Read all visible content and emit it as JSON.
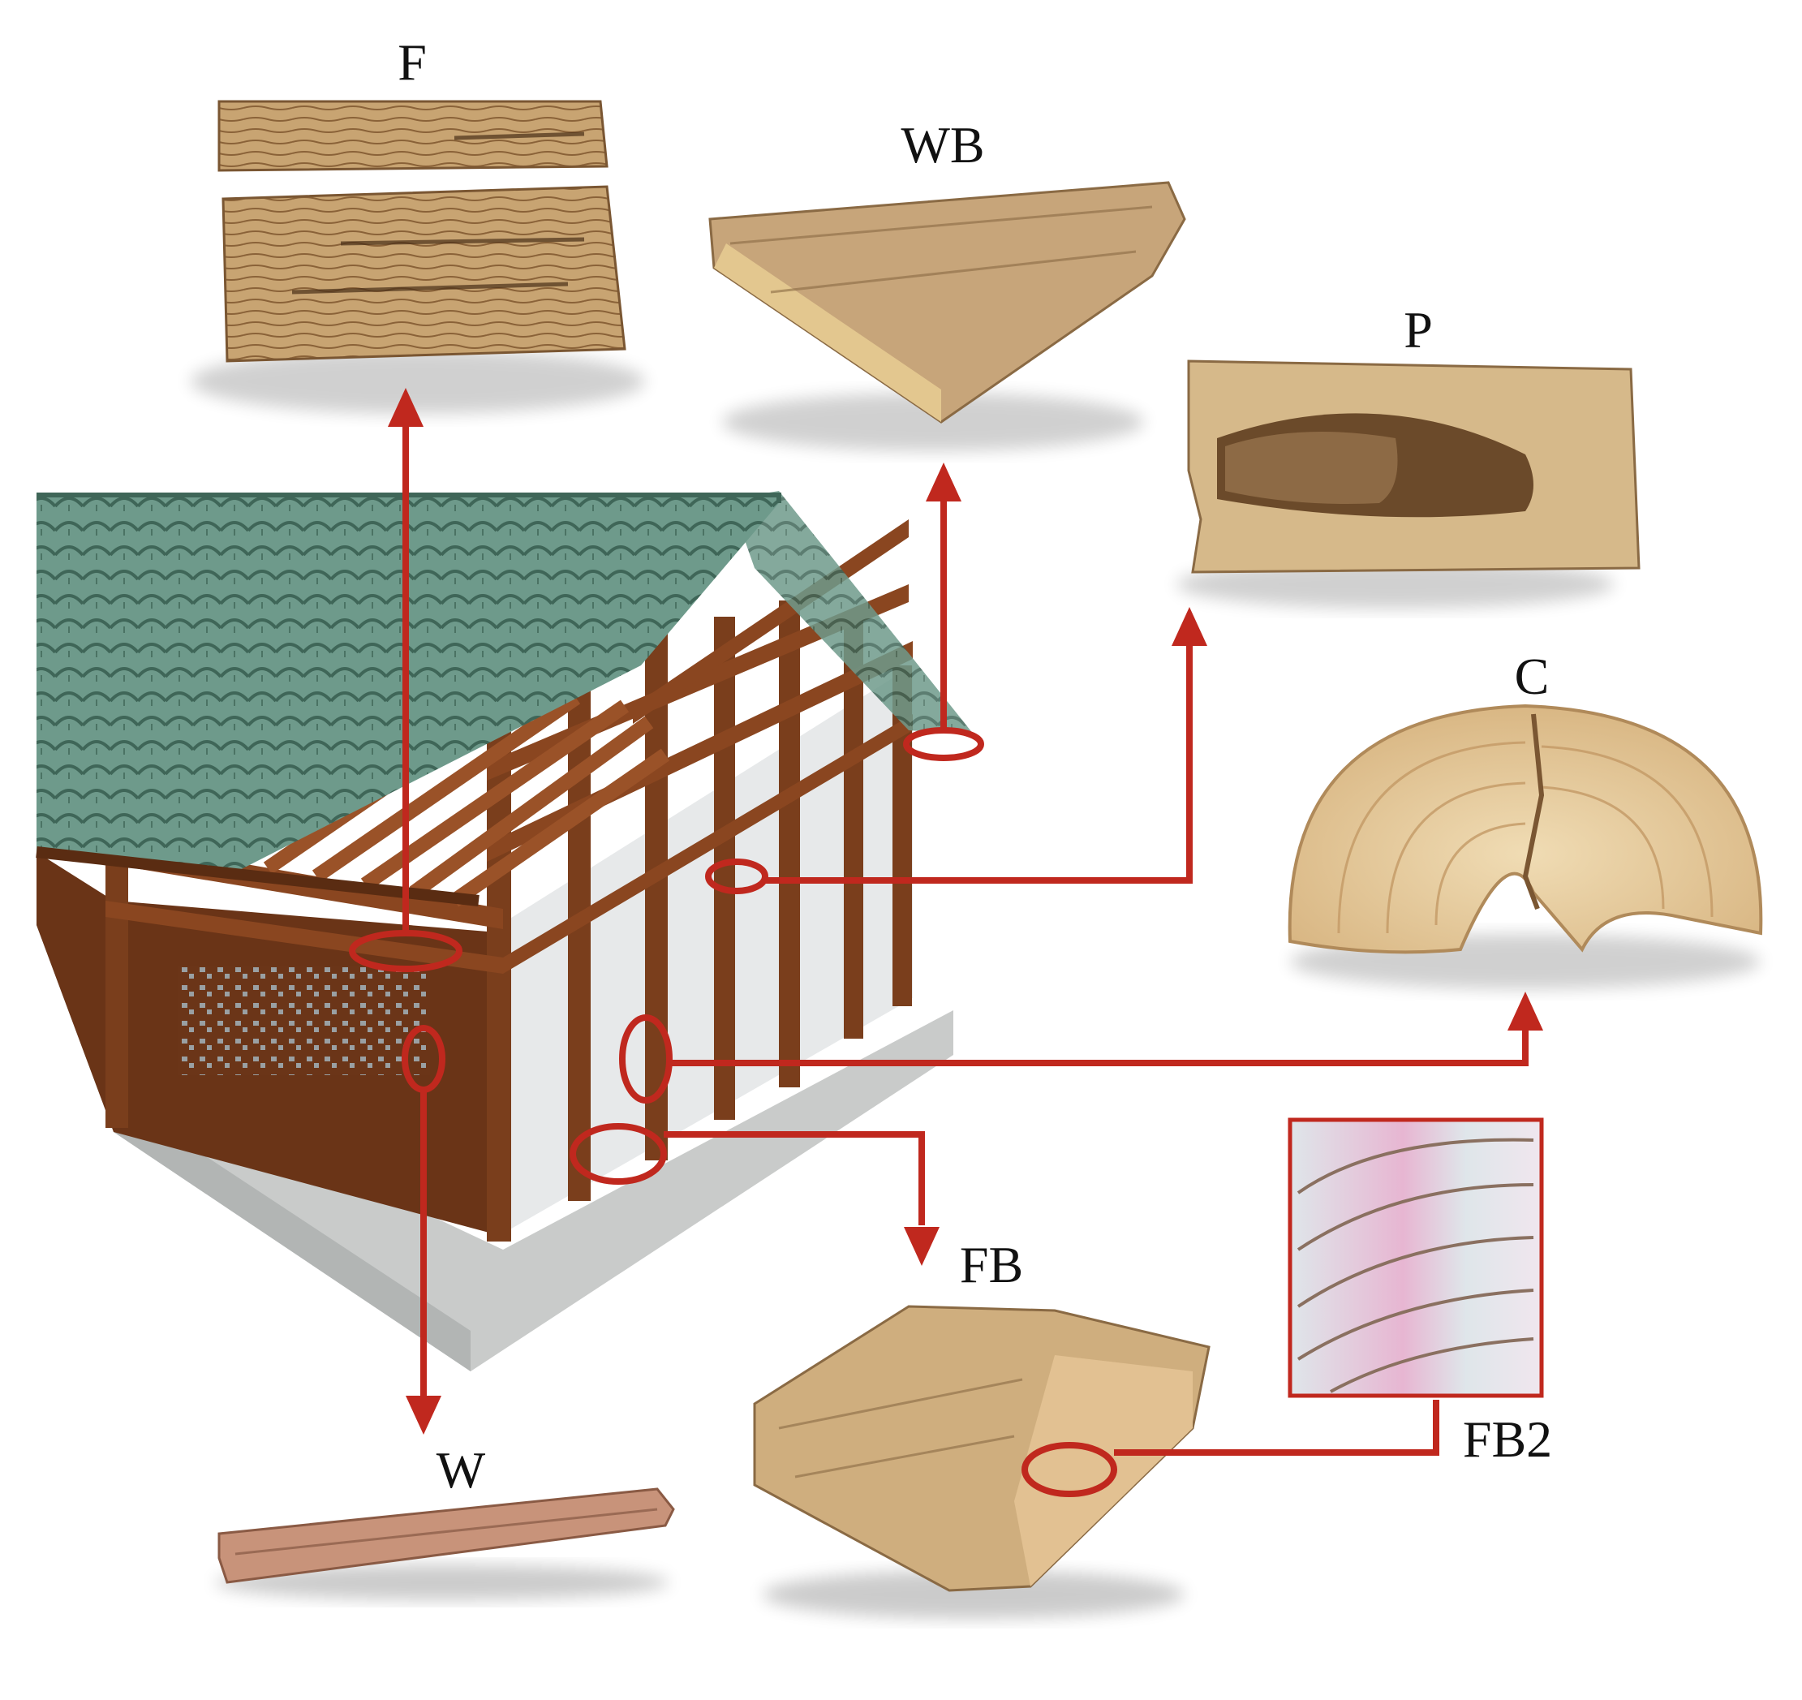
{
  "labels": {
    "F": "F",
    "WB": "WB",
    "P": "P",
    "C": "C",
    "FB": "FB",
    "FB2": "FB2",
    "W": "W"
  },
  "colors": {
    "leader": "#c0281e",
    "roof_tile": "#5c8a7a",
    "roof_tile_dark": "#3f6658",
    "timber": "#7a3e1c",
    "timber_dark": "#5a2c12",
    "plinth": "#c9cbca",
    "sample_wood": "#d8b888",
    "sample_wood_dark": "#a17a4d"
  }
}
